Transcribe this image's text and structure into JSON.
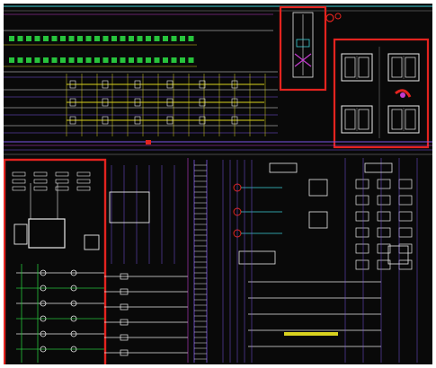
{
  "drawing": {
    "background_color": "#090909",
    "frame_color": "#ffffff",
    "highlight_color": "#e3231f",
    "layer_colors": {
      "yellow": "#d9d21f",
      "green": "#27c33c",
      "purple": "#7a55e6",
      "magenta": "#c43ccf",
      "red": "#e3231f",
      "cyan": "#3ccfd6",
      "white": "#e9e9e9",
      "grey": "#8a8a8a",
      "blue": "#3d5bf0"
    },
    "highlighted_regions": [
      "top-center",
      "top-right",
      "left"
    ],
    "icons": [
      "cabinet-icon",
      "equipment-symbol-icon",
      "breaker-icon"
    ]
  }
}
